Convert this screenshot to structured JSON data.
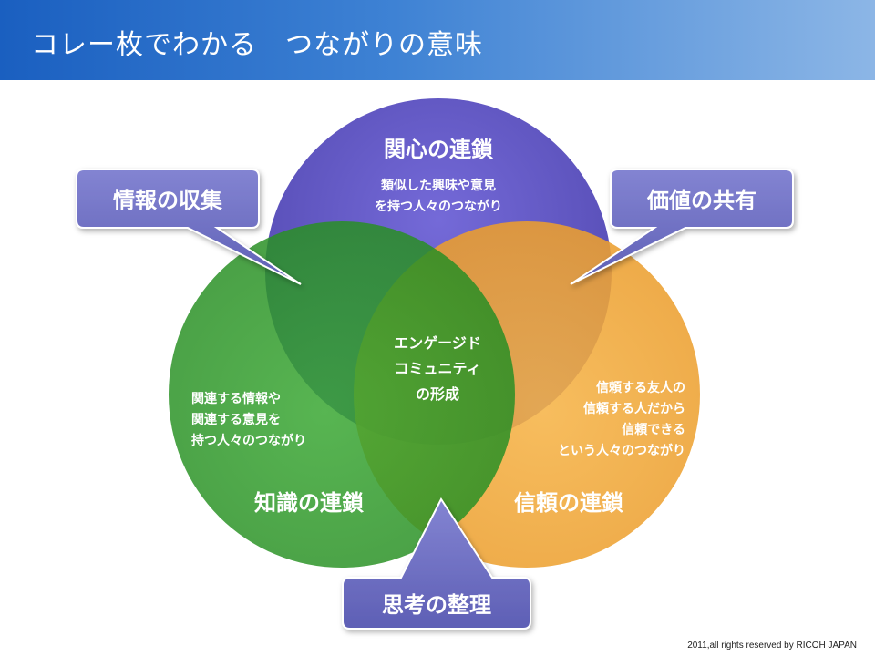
{
  "title": "コレー枚でわかる　つながりの意味",
  "footer": "2011,all rights reserved by RICOH  JAPAN",
  "colors": {
    "interest_circle": "#5a4fc4",
    "knowledge_circle": "#2f9a2a",
    "trust_circle": "#f2a533",
    "callout": "#6e6fc2"
  },
  "circles": {
    "interest": {
      "title": "関心の連鎖",
      "desc": [
        "類似した興味や意見",
        "を持つ人々のつながり"
      ]
    },
    "knowledge": {
      "title": "知識の連鎖",
      "desc": [
        "関連する情報や",
        "関連する意見を",
        "持つ人々のつながり"
      ]
    },
    "trust": {
      "title": "信頼の連鎖",
      "desc": [
        "信頼する友人の",
        "信頼する人だから",
        "信頼できる",
        "という人々のつながり"
      ]
    }
  },
  "center": [
    "エンゲージド",
    "コミュニティ",
    "の形成"
  ],
  "callouts": {
    "info": "情報の収集",
    "value": "価値の共有",
    "thinking": "思考の整理"
  }
}
